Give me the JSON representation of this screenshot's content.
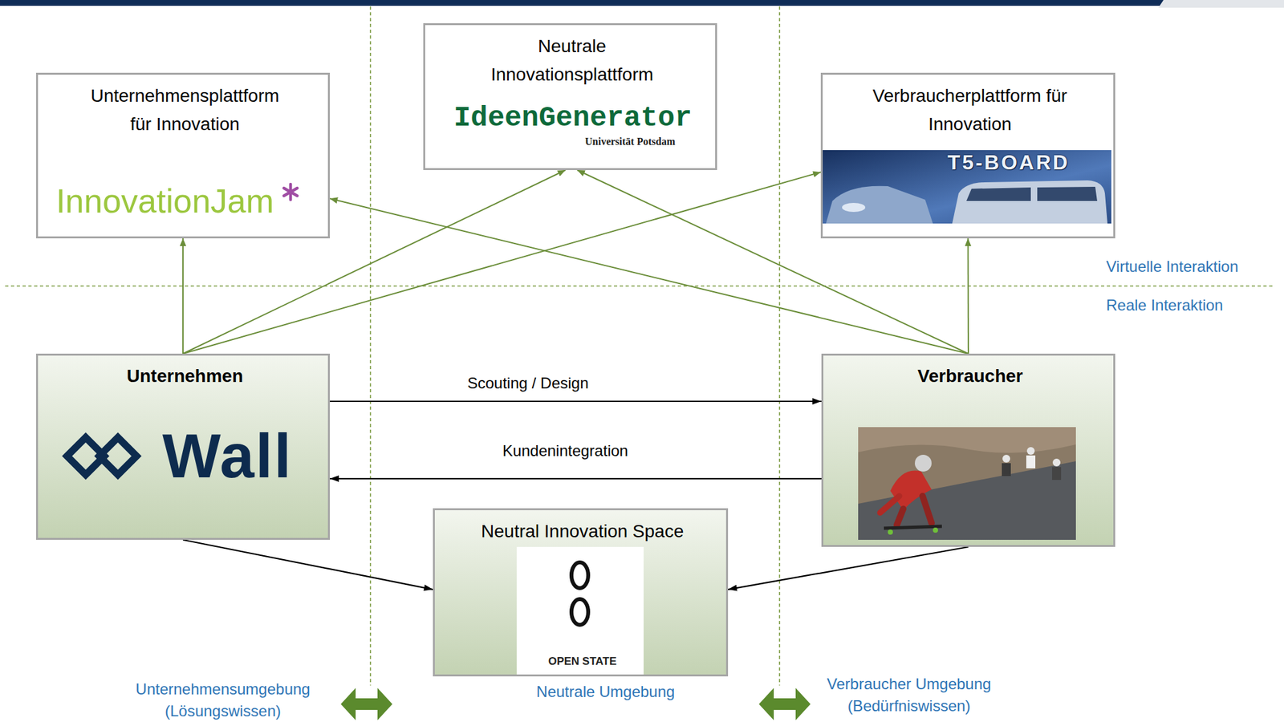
{
  "diagram": {
    "nodes": [
      {
        "text": [
          "Unternehmensplattform für Innovation",
          "InnovationJam"
        ]
      },
      {
        "text": [
          "Neutrale Innovationsplattform",
          "IdeenGenerator",
          "Universität Potsdam"
        ]
      },
      {
        "text": [
          "Verbraucherplattform für Innovation",
          "T5-BOARD"
        ]
      },
      {
        "text": [
          "Unternehmen",
          "Wall"
        ]
      },
      {
        "text": [
          "Verbraucher"
        ]
      },
      {
        "text": [
          "Neutral Innovation Space",
          "OPEN STATE"
        ]
      }
    ],
    "edges": [
      {
        "from": 3,
        "to": 0,
        "arrow": "to"
      },
      {
        "from": 3,
        "to": 1,
        "arrow": "to"
      },
      {
        "from": 3,
        "to": 2,
        "arrow": "to"
      },
      {
        "from": 4,
        "to": 0,
        "arrow": "to"
      },
      {
        "from": 4,
        "to": 1,
        "arrow": "to"
      },
      {
        "from": 4,
        "to": 2,
        "arrow": "to"
      },
      {
        "from": 3,
        "to": 4,
        "label": "Scouting / Design",
        "arrow": "to"
      },
      {
        "from": 4,
        "to": 3,
        "label": "Kundenintegration",
        "arrow": "to"
      },
      {
        "from": 3,
        "to": 5,
        "arrow": "to"
      },
      {
        "from": 4,
        "to": 5,
        "arrow": "to"
      }
    ],
    "labels": [
      "Virtuelle Interaktion",
      "Reale Interaktion",
      "Unternehmensumgebung (Lösungswissen)",
      "Neutrale Umgebung",
      "Verbraucher Umgebung (Bedürfniswissen)"
    ]
  }
}
